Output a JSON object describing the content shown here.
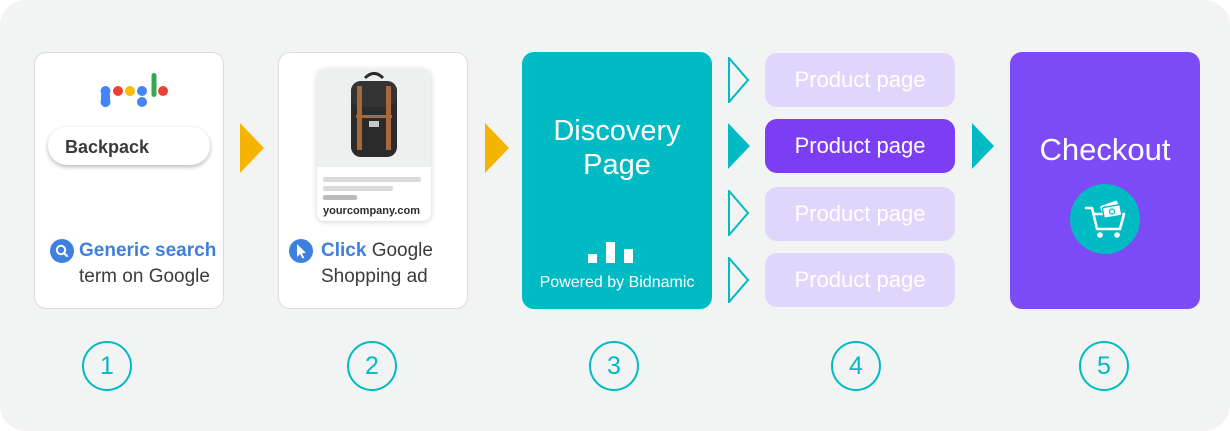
{
  "steps": [
    {
      "number": "1",
      "search_query": "Backpack",
      "caption_strong": "Generic search",
      "caption_rest": "term on Google",
      "icon": "search-icon"
    },
    {
      "number": "2",
      "ad_url": "yourcompany.com",
      "caption_strong": "Click",
      "caption_rest_1": " Google",
      "caption_rest_2": "Shopping ad",
      "icon": "cursor-icon"
    },
    {
      "number": "3",
      "title_line1": "Discovery",
      "title_line2": "Page",
      "powered_by": "Powered by Bidnamic"
    },
    {
      "number": "4",
      "product_pages": [
        {
          "label": "Product page",
          "active": false
        },
        {
          "label": "Product page",
          "active": true
        },
        {
          "label": "Product page",
          "active": false
        },
        {
          "label": "Product page",
          "active": false
        }
      ]
    },
    {
      "number": "5",
      "title": "Checkout",
      "icon": "shopping-cart-icon"
    }
  ],
  "colors": {
    "teal": "#00bac4",
    "purple": "#7c4bf5",
    "purple_active": "#7c3ef2",
    "purple_muted": "#e0d6fb",
    "blue": "#3f7fe0",
    "yellow": "#f5b400",
    "background": "#f2f4f3"
  }
}
